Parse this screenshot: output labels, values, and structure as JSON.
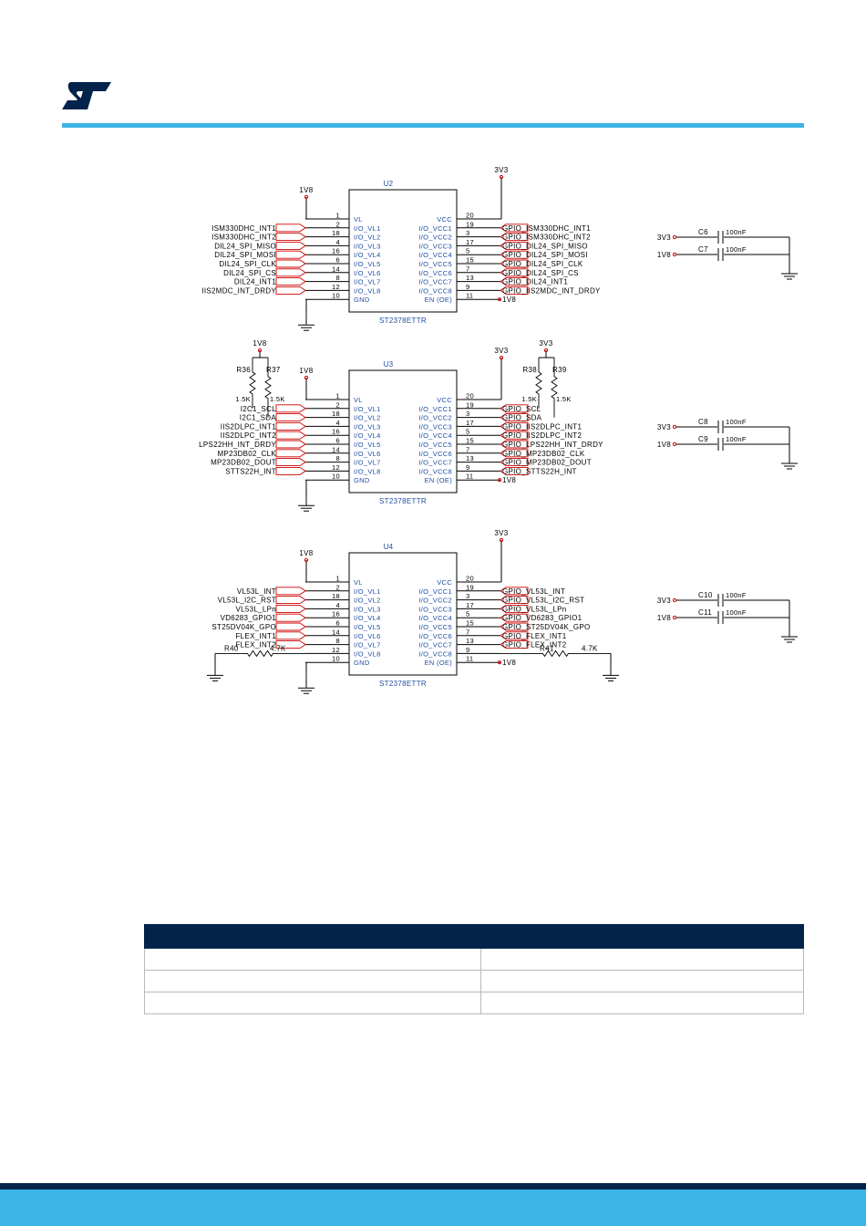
{
  "colors": {
    "accent": "#3cb4e5",
    "dark": "#03234b",
    "wire": "#000000",
    "port": "#cc0000",
    "symbol": "#1f4ea3",
    "pin": "#000000"
  },
  "logo": {
    "icon": "st-logo-icon"
  },
  "blocks": [
    {
      "ref": "U2",
      "part": "ST2378ETTR",
      "vl_supply": "1V8",
      "vcc_supply": "3V3",
      "en_label": "1V8",
      "left_pins": [
        {
          "num": "1",
          "name": "VL",
          "port": ""
        },
        {
          "num": "2",
          "name": "I/O_VL1",
          "port": "ISM330DHC_INT1"
        },
        {
          "num": "18",
          "name": "I/O_VL2",
          "port": "ISM330DHC_INT2"
        },
        {
          "num": "4",
          "name": "I/O_VL3",
          "port": "DIL24_SPI_MISO"
        },
        {
          "num": "16",
          "name": "I/O_VL4",
          "port": "DIL24_SPI_MOSI"
        },
        {
          "num": "6",
          "name": "I/O_VL5",
          "port": "DIL24_SPI_CLK"
        },
        {
          "num": "14",
          "name": "I/O_VL6",
          "port": "DIL24_SPI_CS"
        },
        {
          "num": "8",
          "name": "I/O_VL7",
          "port": "DIL24_INT1"
        },
        {
          "num": "12",
          "name": "I/O_VL8",
          "port": "IIS2MDC_INT_DRDY"
        },
        {
          "num": "10",
          "name": "GND",
          "port": ""
        }
      ],
      "right_pins": [
        {
          "num": "20",
          "name": "VCC",
          "port": ""
        },
        {
          "num": "19",
          "name": "I/O_VCC1",
          "port": "GPIO_ISM330DHC_INT1"
        },
        {
          "num": "3",
          "name": "I/O_VCC2",
          "port": "GPIO_ISM330DHC_INT2"
        },
        {
          "num": "17",
          "name": "I/O_VCC3",
          "port": "GPIO_DIL24_SPI_MISO"
        },
        {
          "num": "5",
          "name": "I/O_VCC4",
          "port": "GPIO_DIL24_SPI_MOSI"
        },
        {
          "num": "15",
          "name": "I/O_VCC5",
          "port": "GPIO_DIL24_SPI_CLK"
        },
        {
          "num": "7",
          "name": "I/O_VCC6",
          "port": "GPIO_DIL24_SPI_CS"
        },
        {
          "num": "13",
          "name": "I/O_VCC7",
          "port": "GPIO_DIL24_INT1"
        },
        {
          "num": "9",
          "name": "I/O_VCC8",
          "port": "GPIO_IIS2MDC_INT_DRDY"
        },
        {
          "num": "11",
          "name": "EN (OE)",
          "port": ""
        }
      ],
      "caps": [
        {
          "ref": "C6",
          "value": "100nF",
          "net": "3V3"
        },
        {
          "ref": "C7",
          "value": "100nF",
          "net": "1V8"
        }
      ]
    },
    {
      "ref": "U3",
      "part": "ST2378ETTR",
      "vl_supply": "1V8",
      "vcc_supply": "3V3",
      "en_label": "1V8",
      "left_pins": [
        {
          "num": "1",
          "name": "VL",
          "port": ""
        },
        {
          "num": "2",
          "name": "I/O_VL1",
          "port": "I2C1_SCL"
        },
        {
          "num": "18",
          "name": "I/O_VL2",
          "port": "I2C1_SDA"
        },
        {
          "num": "4",
          "name": "I/O_VL3",
          "port": "IIS2DLPC_INT1"
        },
        {
          "num": "16",
          "name": "I/O_VL4",
          "port": "IIS2DLPC_INT2"
        },
        {
          "num": "6",
          "name": "I/O_VL5",
          "port": "LPS22HH_INT_DRDY"
        },
        {
          "num": "14",
          "name": "I/O_VL6",
          "port": "MP23DB02_CLK"
        },
        {
          "num": "8",
          "name": "I/O_VL7",
          "port": "MP23DB02_DOUT"
        },
        {
          "num": "12",
          "name": "I/O_VL8",
          "port": "STTS22H_INT"
        },
        {
          "num": "10",
          "name": "GND",
          "port": ""
        }
      ],
      "right_pins": [
        {
          "num": "20",
          "name": "VCC",
          "port": ""
        },
        {
          "num": "19",
          "name": "I/O_VCC1",
          "port": "GPIO_SCL"
        },
        {
          "num": "3",
          "name": "I/O_VCC2",
          "port": "GPIO_SDA"
        },
        {
          "num": "17",
          "name": "I/O_VCC3",
          "port": "GPIO_IIS2DLPC_INT1"
        },
        {
          "num": "5",
          "name": "I/O_VCC4",
          "port": "GPIO_IIS2DLPC_INT2"
        },
        {
          "num": "15",
          "name": "I/O_VCC5",
          "port": "GPIO_LPS22HH_INT_DRDY"
        },
        {
          "num": "7",
          "name": "I/O_VCC6",
          "port": "GPIO_MP23DB02_CLK"
        },
        {
          "num": "13",
          "name": "I/O_VCC7",
          "port": "GPIO_MP23DB02_DOUT"
        },
        {
          "num": "9",
          "name": "I/O_VCC8",
          "port": "GPIO_STTS22H_INT"
        },
        {
          "num": "11",
          "name": "EN (OE)",
          "port": ""
        }
      ],
      "pullups_left": {
        "supply": "1V8",
        "resistors": [
          {
            "ref": "R36",
            "value": "1.5K"
          },
          {
            "ref": "R37",
            "value": "1.5K"
          }
        ]
      },
      "pullups_right": {
        "supply": "3V3",
        "resistors": [
          {
            "ref": "R38",
            "value": "1.5K"
          },
          {
            "ref": "R39",
            "value": "1.5K"
          }
        ]
      },
      "caps": [
        {
          "ref": "C8",
          "value": "100nF",
          "net": "3V3"
        },
        {
          "ref": "C9",
          "value": "100nF",
          "net": "1V8"
        }
      ]
    },
    {
      "ref": "U4",
      "part": "ST2378ETTR",
      "vl_supply": "1V8",
      "vcc_supply": "3V3",
      "en_label": "1V8",
      "left_pins": [
        {
          "num": "1",
          "name": "VL",
          "port": ""
        },
        {
          "num": "2",
          "name": "I/O_VL1",
          "port": "VL53L_INT"
        },
        {
          "num": "18",
          "name": "I/O_VL2",
          "port": "VL53L_I2C_RST"
        },
        {
          "num": "4",
          "name": "I/O_VL3",
          "port": "VL53L_LPn"
        },
        {
          "num": "16",
          "name": "I/O_VL4",
          "port": "VD6283_GPIO1"
        },
        {
          "num": "6",
          "name": "I/O_VL5",
          "port": "ST25DV04K_GPO"
        },
        {
          "num": "14",
          "name": "I/O_VL6",
          "port": "FLEX_INT1"
        },
        {
          "num": "8",
          "name": "I/O_VL7",
          "port": "FLEX_INT2"
        },
        {
          "num": "12",
          "name": "I/O_VL8",
          "port": ""
        },
        {
          "num": "10",
          "name": "GND",
          "port": ""
        }
      ],
      "right_pins": [
        {
          "num": "20",
          "name": "VCC",
          "port": ""
        },
        {
          "num": "19",
          "name": "I/O_VCC1",
          "port": "GPIO_VL53L_INT"
        },
        {
          "num": "3",
          "name": "I/O_VCC2",
          "port": "GPIO_VL53L_I2C_RST"
        },
        {
          "num": "17",
          "name": "I/O_VCC3",
          "port": "GPIO_VL53L_LPn"
        },
        {
          "num": "5",
          "name": "I/O_VCC4",
          "port": "GPIO_VD6283_GPIO1"
        },
        {
          "num": "15",
          "name": "I/O_VCC5",
          "port": "GPIO_ST25DV04K_GPO"
        },
        {
          "num": "7",
          "name": "I/O_VCC6",
          "port": "GPIO_FLEX_INT1"
        },
        {
          "num": "13",
          "name": "I/O_VCC7",
          "port": "GPIO_FLEX_INT2"
        },
        {
          "num": "9",
          "name": "I/O_VCC8",
          "port": ""
        },
        {
          "num": "11",
          "name": "EN (OE)",
          "port": ""
        }
      ],
      "pulldown_left": {
        "ref": "R40",
        "value": "4.7K"
      },
      "pulldown_right": {
        "ref": "R41",
        "value": "4.7K"
      },
      "caps": [
        {
          "ref": "C10",
          "value": "100nF",
          "net": "3V3"
        },
        {
          "ref": "C11",
          "value": "100nF",
          "net": "1V8"
        }
      ]
    }
  ],
  "table": {
    "headers": [
      "",
      ""
    ],
    "rows": [
      [
        "",
        ""
      ],
      [
        "",
        ""
      ],
      [
        "",
        ""
      ]
    ]
  }
}
